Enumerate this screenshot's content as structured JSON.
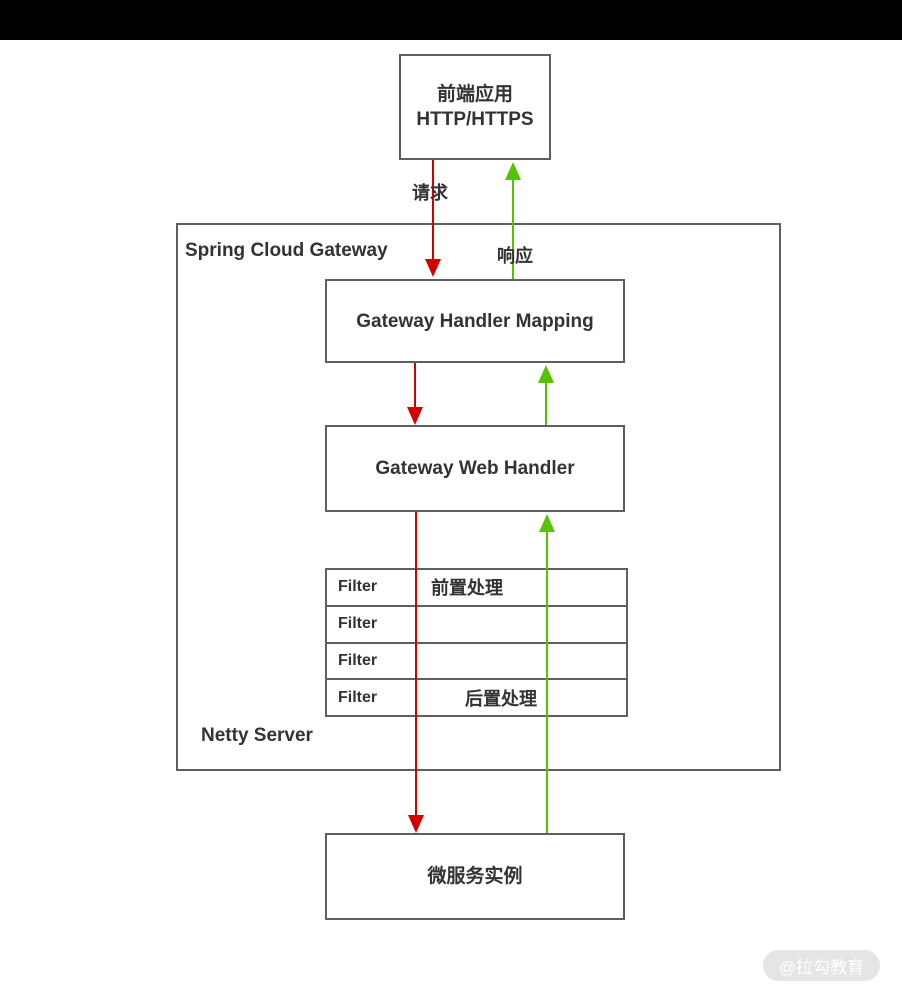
{
  "colors": {
    "request": "#d40000",
    "response": "#56c200",
    "box_border": "#5f5f5f",
    "text": "#333333",
    "top_bar": "#000000",
    "watermark_bg": "#e5e5e5",
    "watermark_text": "#ffffff"
  },
  "diagram": {
    "frontend_box": {
      "line1": "前端应用",
      "line2": "HTTP/HTTPS"
    },
    "request_label": "请求",
    "response_label": "响应",
    "gateway_container": {
      "title": "Spring Cloud Gateway",
      "footer": "Netty Server"
    },
    "handler_mapping_box": "Gateway Handler Mapping",
    "web_handler_box": "Gateway Web Handler",
    "filter_table": {
      "rows": [
        {
          "name": "Filter",
          "note": "前置处理"
        },
        {
          "name": "Filter",
          "note": ""
        },
        {
          "name": "Filter",
          "note": ""
        },
        {
          "name": "Filter",
          "note": "后置处理"
        }
      ]
    },
    "microservice_box": "微服务实例",
    "watermark": "@拉勾教育"
  }
}
